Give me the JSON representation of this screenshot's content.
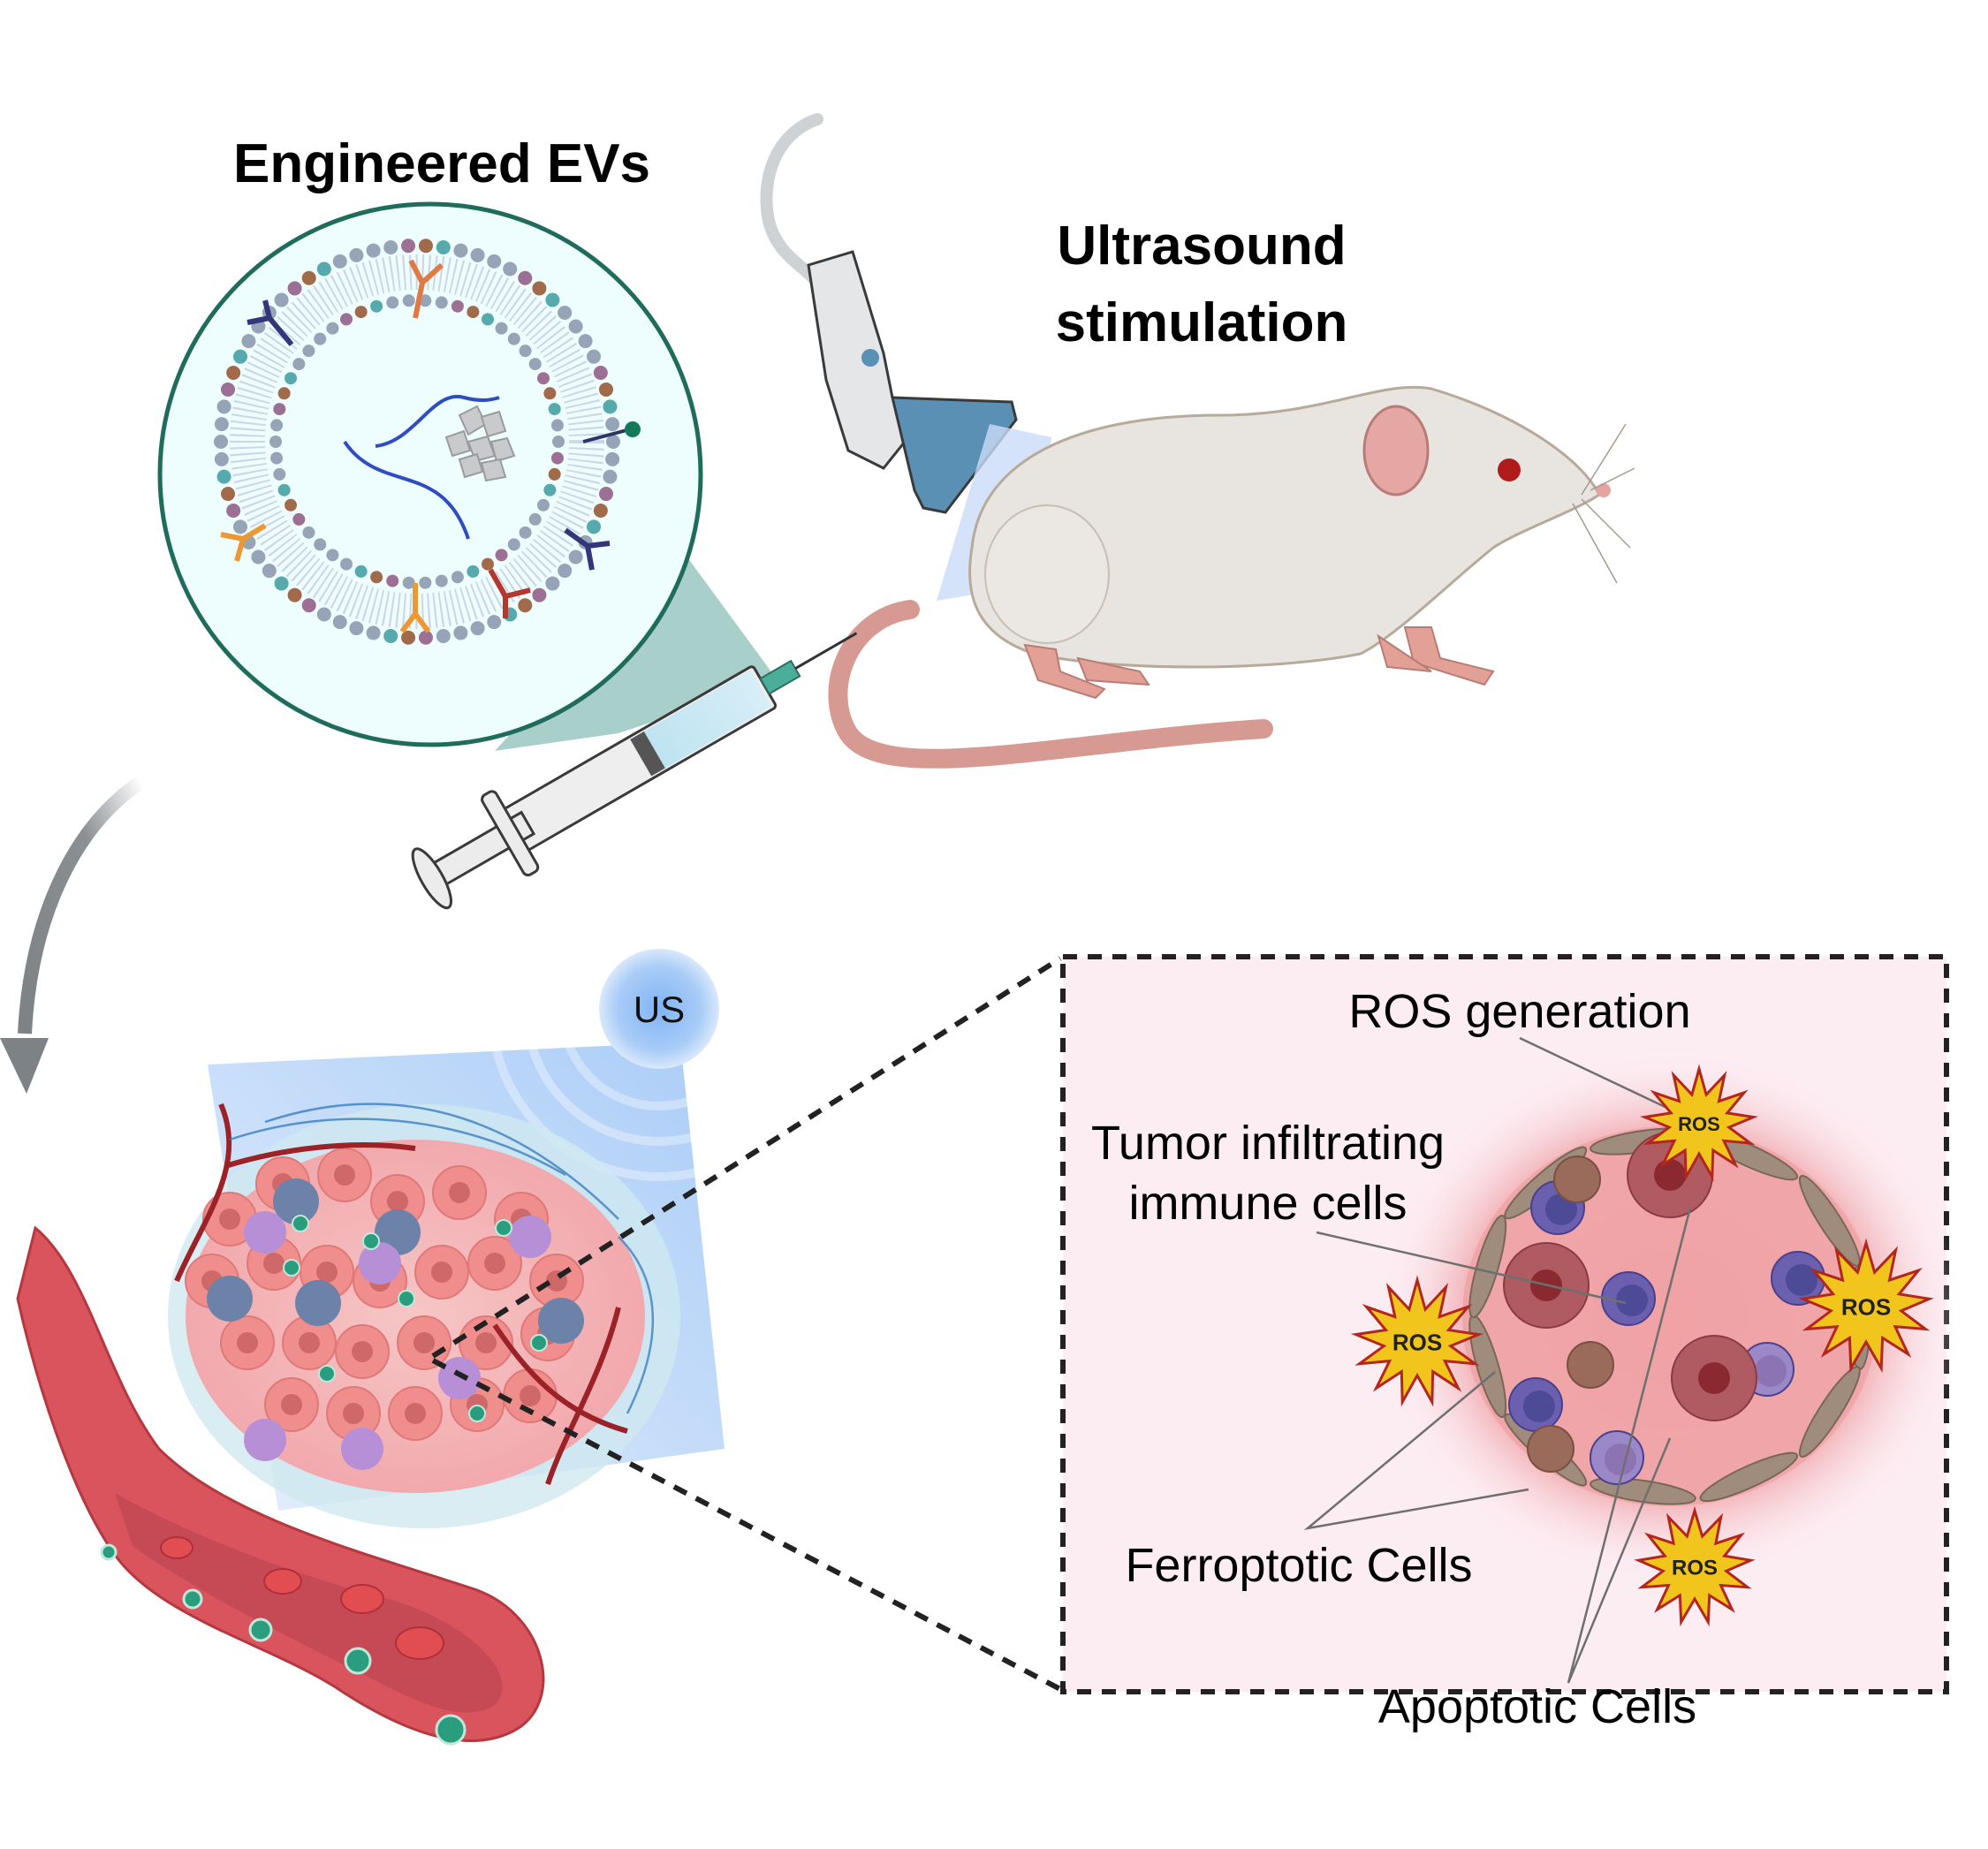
{
  "figure": {
    "title_ev": "Engineered EVs",
    "title_us_line1": "Ultrasound",
    "title_us_line2": "stimulation",
    "us_badge": "US",
    "inset": {
      "ros_generation": "ROS generation",
      "tumor_immune_line1": "Tumor infiltrating",
      "tumor_immune_line2": "immune cells",
      "ferroptotic": "Ferroptotic Cells",
      "apoptotic": "Apoptotic Cells",
      "ros_burst_label": "ROS"
    }
  },
  "colors": {
    "ev_circle_border": "#1f6b5c",
    "ev_circle_fill": "#eefdfd",
    "zoom_wedge": "#a9cfca",
    "inset_fill": "#fcedf3",
    "inset_border": "#222222",
    "ros_fill": "#f2c51d",
    "ros_stroke": "#b3261e",
    "ev_particle": "#2a9d7f",
    "vessel": "#d9545d",
    "mouse_body": "#e8e4e0",
    "probe_head": "#5a90b4"
  }
}
